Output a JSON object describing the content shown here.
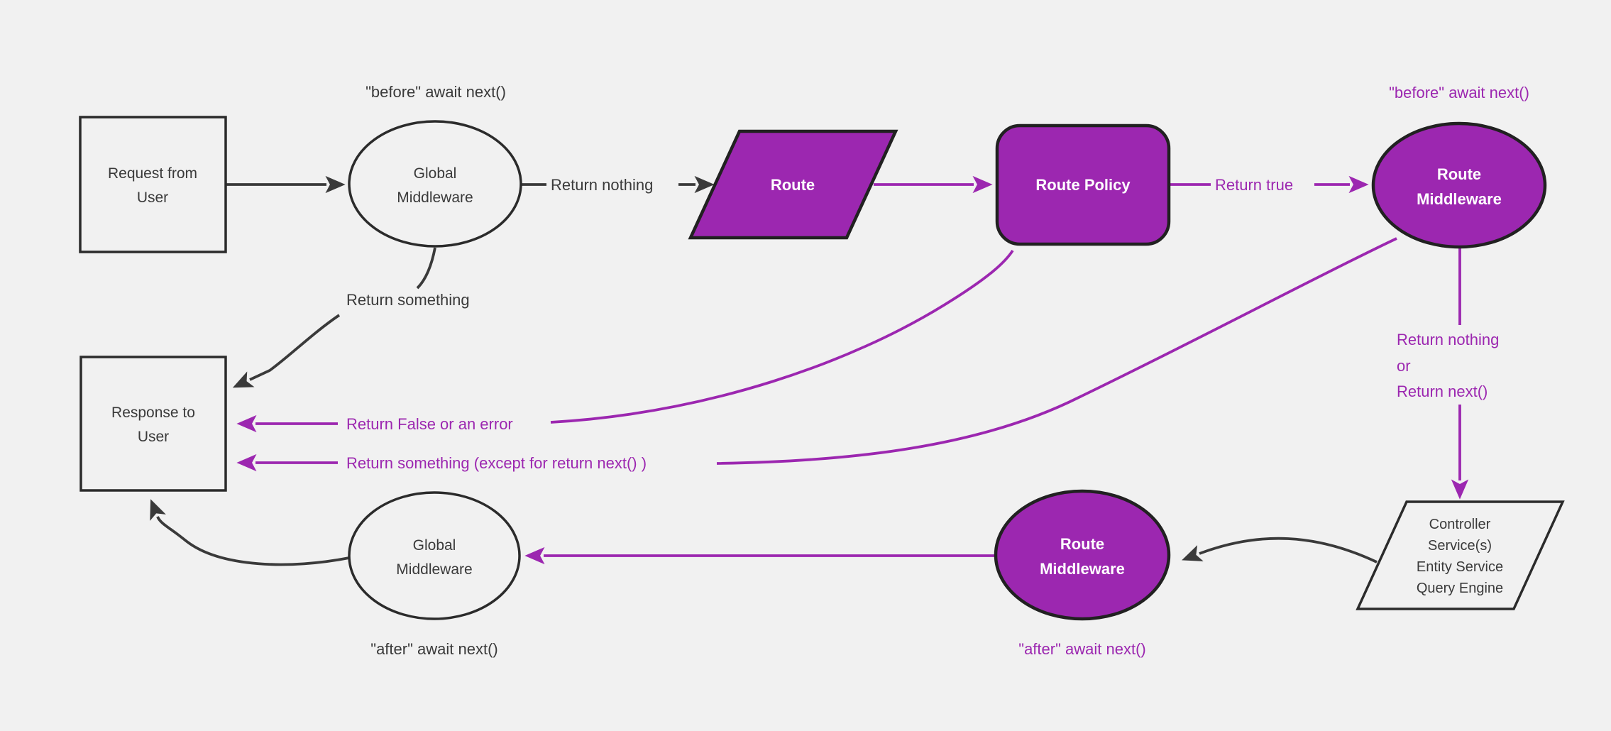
{
  "diagram": {
    "title_hint": "Middleware request/response flow",
    "colors": {
      "background": "#f1f1f1",
      "purple": "#9c27b0",
      "dark": "#2b2b2b"
    },
    "nodes": {
      "request": {
        "lines": [
          "Request from",
          "User"
        ]
      },
      "global_top": {
        "lines": [
          "Global",
          "Middleware"
        ]
      },
      "route": {
        "label": "Route"
      },
      "route_policy": {
        "label": "Route Policy"
      },
      "route_mw_top": {
        "lines": [
          "Route",
          "Middleware"
        ]
      },
      "controller": {
        "lines": [
          "Controller",
          "Service(s)",
          "Entity Service",
          "Query Engine"
        ]
      },
      "route_mw_bottom": {
        "lines": [
          "Route",
          "Middleware"
        ]
      },
      "global_bottom": {
        "lines": [
          "Global",
          "Middleware"
        ]
      },
      "response": {
        "lines": [
          "Response to",
          "User"
        ]
      }
    },
    "labels": {
      "before_await_top": "\"before\" await next()",
      "before_await_right": "\"before\" await next()",
      "return_nothing_top": "Return nothing",
      "return_something_top": "Return something",
      "return_true": "Return true",
      "return_nothing_or": [
        "Return nothing",
        "or",
        "Return next()"
      ],
      "return_false": "Return False or an error",
      "return_something_except": "Return something (except for return next() )",
      "after_await_purple": "\"after\" await next()",
      "after_await_black": "\"after\" await next()"
    }
  }
}
